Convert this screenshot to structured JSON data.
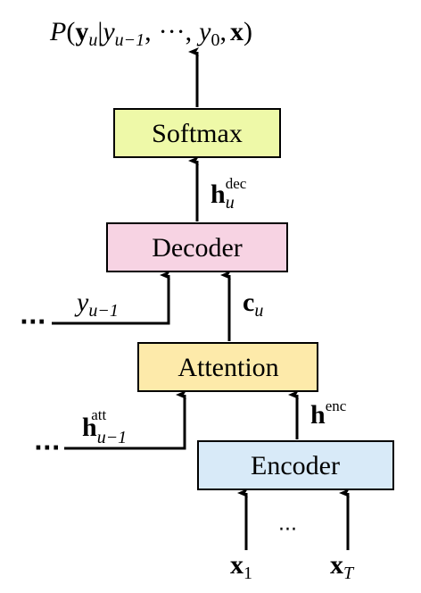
{
  "title": {
    "P": "P",
    "open": "(",
    "y": "y",
    "y_sub": "u",
    "bar": "|",
    "y2": "y",
    "y2_sub": "u−1",
    "comma1": ",",
    "cdots": "···",
    "comma2": ",",
    "y3": "y",
    "y3_sub": "0",
    "comma3": ",",
    "x": "x",
    "close": ")"
  },
  "boxes": {
    "softmax": {
      "label": "Softmax",
      "fill": "#eef9a8"
    },
    "decoder": {
      "label": "Decoder",
      "fill": "#f7d3e3"
    },
    "attention": {
      "label": "Attention",
      "fill": "#fdeaaa"
    },
    "encoder": {
      "label": "Encoder",
      "fill": "#d8eaf8"
    }
  },
  "labels": {
    "h_dec": {
      "base": "h",
      "sub": "u",
      "sup": "dec"
    },
    "y_prev": {
      "base": "y",
      "sub": "u−1"
    },
    "c_u": {
      "base": "c",
      "sub": "u"
    },
    "h_att": {
      "base": "h",
      "sub": "u−1",
      "sup": "att"
    },
    "h_enc": {
      "base": "h",
      "sup": "enc"
    },
    "x_1": {
      "base": "x",
      "sub": "1"
    },
    "x_T": {
      "base": "x",
      "sub": "T"
    },
    "dots_y": "···",
    "dots_h": "···",
    "dots_x": "···"
  }
}
